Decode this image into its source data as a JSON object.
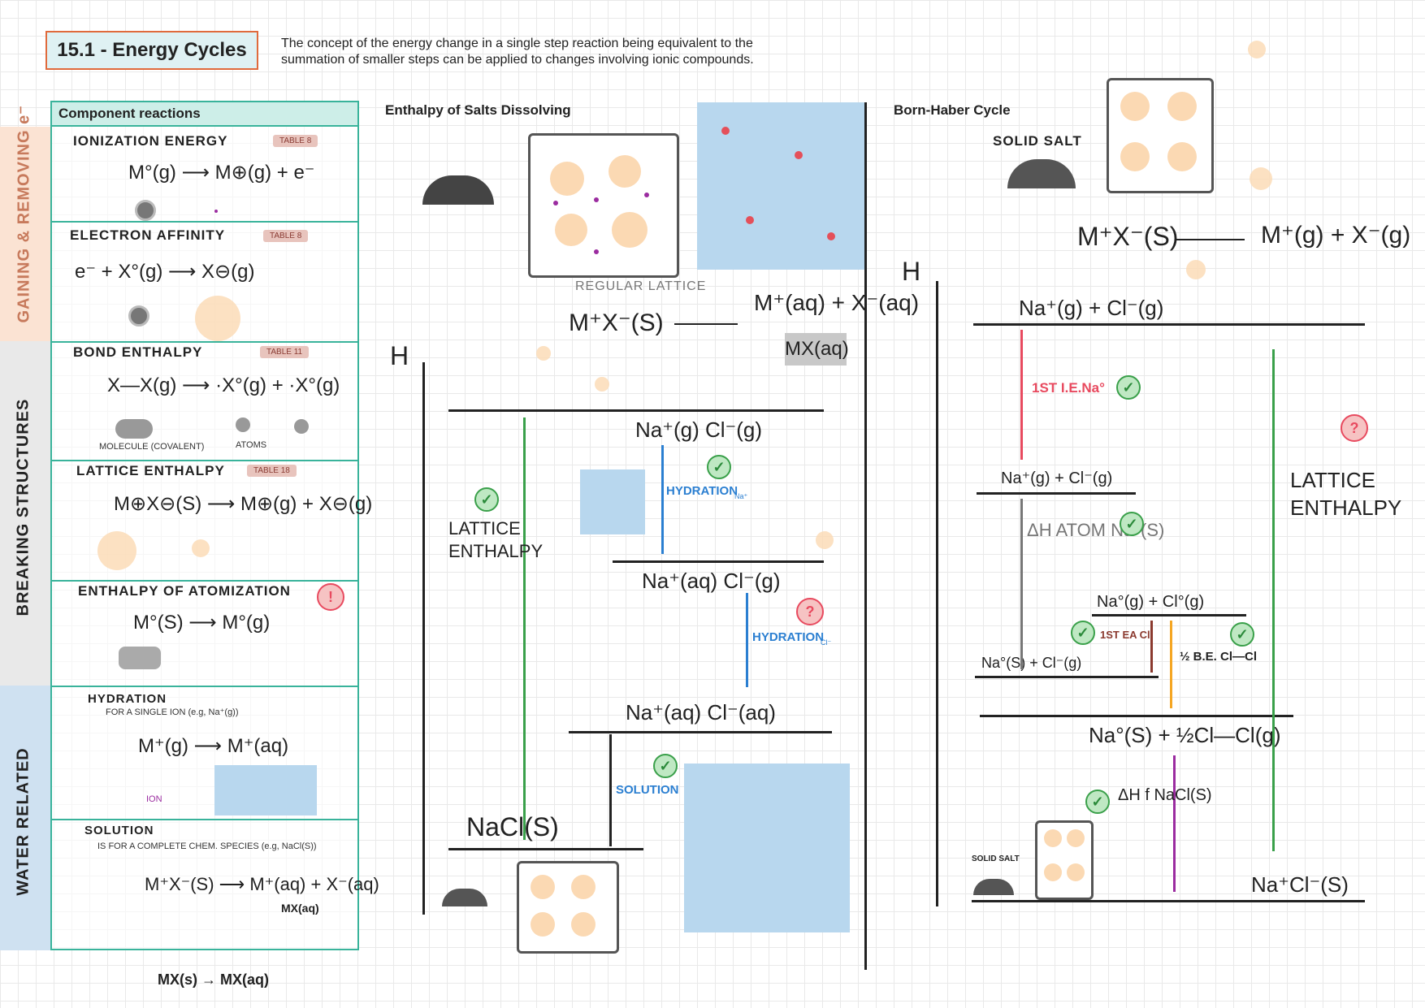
{
  "header": {
    "title": "15.1 - Energy Cycles",
    "intro_line1": "The concept of the energy change in a single step reaction being equivalent to the",
    "intro_line2": "summation of smaller steps can be applied to changes involving ionic compounds."
  },
  "left": {
    "heading": "Component reactions",
    "bands": {
      "gaining": "GAINING & REMOVING e⁻",
      "breaking": "BREAKING STRUCTURES",
      "water": "WATER RELATED"
    },
    "cells": {
      "ionization": {
        "title": "IONIZATION ENERGY",
        "tag": "TABLE 8",
        "eq": "M°(g) ⟶ M⊕(g) + e⁻"
      },
      "affinity": {
        "title": "ELECTRON AFFINITY",
        "tag": "TABLE 8",
        "eq": "e⁻ + X°(g) ⟶ X⊖(g)"
      },
      "bond": {
        "title": "BOND ENTHALPY",
        "tag": "TABLE 11",
        "eq": "X—X(g) ⟶ ·X°(g) + ·X°(g)",
        "note_a": "MOLECULE (COVALENT)",
        "note_b": "ATOMS"
      },
      "lattice": {
        "title": "LATTICE ENTHALPY",
        "tag": "TABLE 18",
        "eq": "M⊕X⊖(S) ⟶ M⊕(g) + X⊖(g)"
      },
      "atomization": {
        "title": "ENTHALPY OF ATOMIZATION",
        "eq": "M°(S) ⟶ M°(g)"
      },
      "hydration": {
        "title": "HYDRATION",
        "subtitle": "FOR A SINGLE ION (e.g, Na⁺(g))",
        "eq": "M⁺(g) ⟶ M⁺(aq)",
        "ion_label": "ION"
      },
      "solution": {
        "title": "SOLUTION",
        "subtitle": "IS FOR A COMPLETE CHEM. SPECIES (e.g, NaCl(S))",
        "eq": "M⁺X⁻(S) ⟶ M⁺(aq) + X⁻(aq)",
        "under": "MX(aq)"
      }
    },
    "footnote": "MX(s) → MX(aq)"
  },
  "middle": {
    "heading": "Enthalpy of Salts Dissolving",
    "regular_lattice": "REGULAR LATTICE",
    "top_eq_left": "M⁺X⁻(S)",
    "top_eq_right": "M⁺(aq) + X⁻(aq)",
    "top_eq_under": "MX(aq)",
    "axis": "H",
    "levels": {
      "gas": "Na⁺(g)      Cl⁻(g)",
      "mixed": "Na⁺(aq)      Cl⁻(g)",
      "aq": "Na⁺(aq)      Cl⁻(aq)",
      "solid": "NaCl(S)"
    },
    "lattice_label_1": "LATTICE",
    "lattice_label_2": "ENTHALPY",
    "hydration_na": "HYDRATION",
    "hydration_na_sub": "Na⁺",
    "hydration_cl": "HYDRATION",
    "hydration_cl_sub": "Cl⁻",
    "solution_label": "SOLUTION"
  },
  "right": {
    "heading": "Born-Haber Cycle",
    "solid_salt": "SOLID SALT",
    "top_eq_left": "M⁺X⁻(S)",
    "top_eq_right": "M⁺(g) + X⁻(g)",
    "axis": "H",
    "levels": {
      "top": "Na⁺(g) + Cl⁻(g)",
      "second": "Na⁺(g) + Cl⁻(g)",
      "third": "Na°(g) + Cl°(g)",
      "fourth": "Na°(S) + Cl⁻(g)",
      "fifth": "Na°(S) + ½Cl—Cl(g)",
      "bottom": "Na⁺Cl⁻(S)"
    },
    "ie_label": "1ST I.E.Na°",
    "atom_label": "ΔH ATOM Na°(S)",
    "ea_label": "1ST EA Cl",
    "be_label": "½ B.E. Cl—Cl",
    "formation_label": "ΔH f NaCl(S)",
    "lattice_label_1": "LATTICE",
    "lattice_label_2": "ENTHALPY",
    "solid_salt_small": "SOLID SALT"
  },
  "colors": {
    "accent_red": "#e84a5f",
    "accent_blue": "#2b7fd1",
    "accent_green": "#3aa04a",
    "orange": "#f5a623",
    "purple": "#9b2ca0",
    "teal": "#39b39b"
  }
}
